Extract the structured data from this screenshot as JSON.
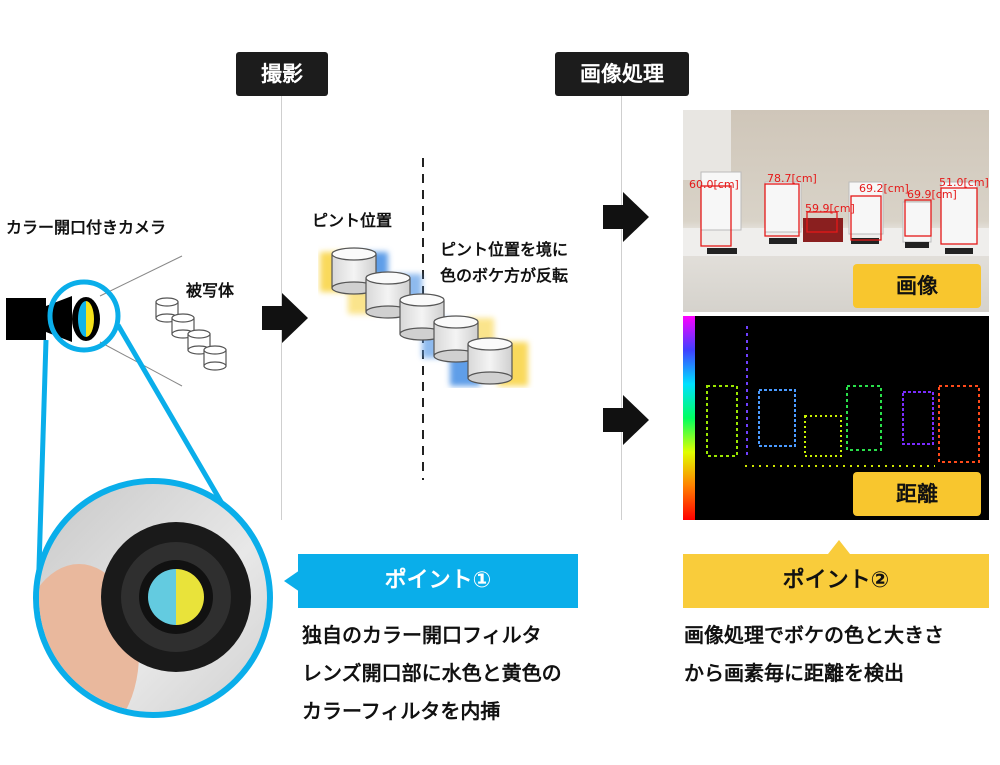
{
  "headers": {
    "capture": "撮影",
    "processing": "画像処理"
  },
  "labels": {
    "camera": "カラー開口付きカメラ",
    "subject": "被写体",
    "focus": "ピント位置",
    "focus_note_1": "ピント位置を境に",
    "focus_note_2": "色のボケ方が反転"
  },
  "image_panel": {
    "tag": "画像",
    "measurements": [
      "60.0[cm]",
      "78.7[cm]",
      "59.9[cm]",
      "69.2[cm]",
      "69.9[cm]",
      "51.0[cm]"
    ]
  },
  "depth_panel": {
    "tag": "距離"
  },
  "points": {
    "point1": {
      "title": "ポイント①",
      "lines": [
        "独自のカラー開口フィルタ",
        "レンズ開口部に水色と黄色の",
        "カラーフィルタを内挿"
      ]
    },
    "point2": {
      "title": "ポイント②",
      "lines": [
        "画像処理でボケの色と大きさ",
        "から画素毎に距離を検出"
      ]
    }
  },
  "colors": {
    "cyan": "#0aaeea",
    "yellow": "#f9cc3b",
    "header_bg": "#1c1c1c"
  }
}
